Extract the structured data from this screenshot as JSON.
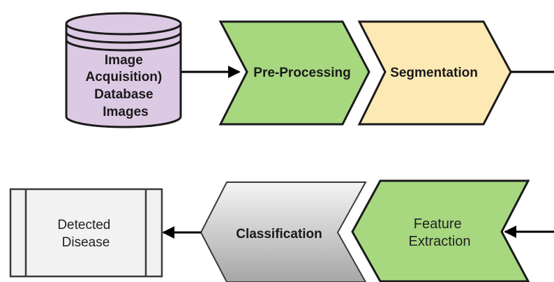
{
  "nodes": {
    "database": {
      "lines": [
        "Image",
        "Acquisition)",
        "Database",
        "Images"
      ]
    },
    "preprocessing": {
      "label": "Pre-Processing"
    },
    "segmentation": {
      "label": "Segmentation"
    },
    "feature_extraction": {
      "lines": [
        "Feature",
        "Extraction"
      ]
    },
    "classification": {
      "label": "Classification"
    },
    "detected_disease": {
      "lines": [
        "Detected",
        "Disease"
      ]
    }
  },
  "colors": {
    "database_fill": "#dcc9e4",
    "green_fill": "#a7d87f",
    "yellow_fill": "#fde9b3",
    "gray_fill_light": "#f2f2f2",
    "gray_fill_dark": "#a9a9a9",
    "process_box_fill": "#f2f2f2",
    "stroke": "#1a1a1a"
  }
}
